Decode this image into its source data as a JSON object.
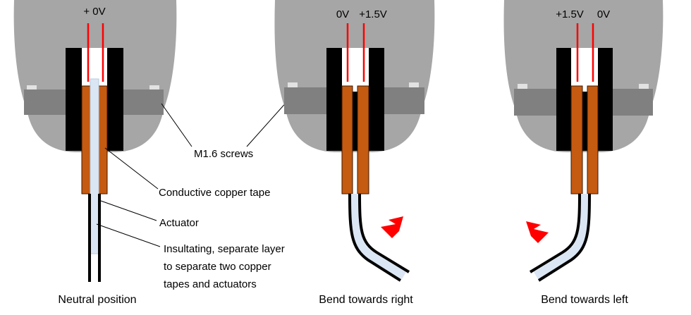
{
  "colors": {
    "housing": "#a6a6a6",
    "screw": "#808080",
    "clamp": "#000000",
    "copper": "#c55a11",
    "wire": "#ff0000",
    "insulator": "#dae6f4",
    "arrow": "#ff0000"
  },
  "panels": [
    {
      "id": "neutral",
      "voltage_labels": [
        "+ 0V"
      ],
      "caption": "Neutral position"
    },
    {
      "id": "right",
      "voltage_labels": [
        "0V",
        "+1.5V"
      ],
      "caption": "Bend towards right",
      "arrow_icon": "arrow-up-right-icon"
    },
    {
      "id": "left",
      "voltage_labels": [
        "+1.5V",
        "0V"
      ],
      "caption": "Bend towards left",
      "arrow_icon": "arrow-up-left-icon"
    }
  ],
  "callouts": {
    "screws": "M1.6 screws",
    "copper_tape": "Conductive copper tape",
    "actuator": "Actuator",
    "insulating_layer": [
      "Insultating, separate layer",
      "to separate two copper",
      "tapes and actuators"
    ]
  }
}
